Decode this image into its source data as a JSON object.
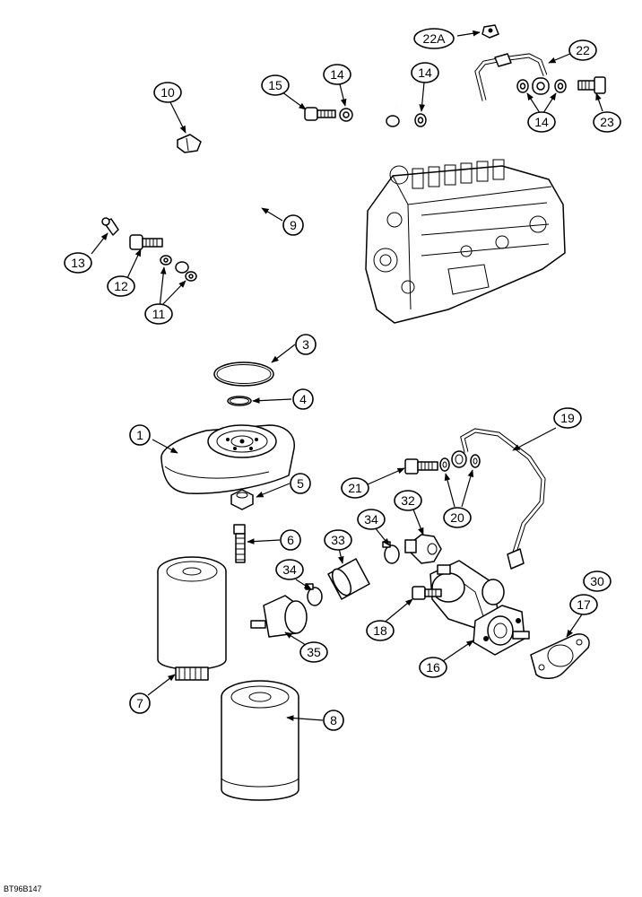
{
  "diagram": {
    "drawing_code": "BT96B147",
    "callouts": [
      "1",
      "3",
      "4",
      "5",
      "6",
      "7",
      "8",
      "9",
      "10",
      "11",
      "12",
      "13",
      "14",
      "14",
      "14",
      "15",
      "16",
      "17",
      "18",
      "19",
      "20",
      "21",
      "22",
      "22A",
      "23",
      "30",
      "32",
      "33",
      "34",
      "34",
      "35"
    ]
  },
  "colors": {
    "ink": "#000000",
    "paper": "#ffffff"
  }
}
